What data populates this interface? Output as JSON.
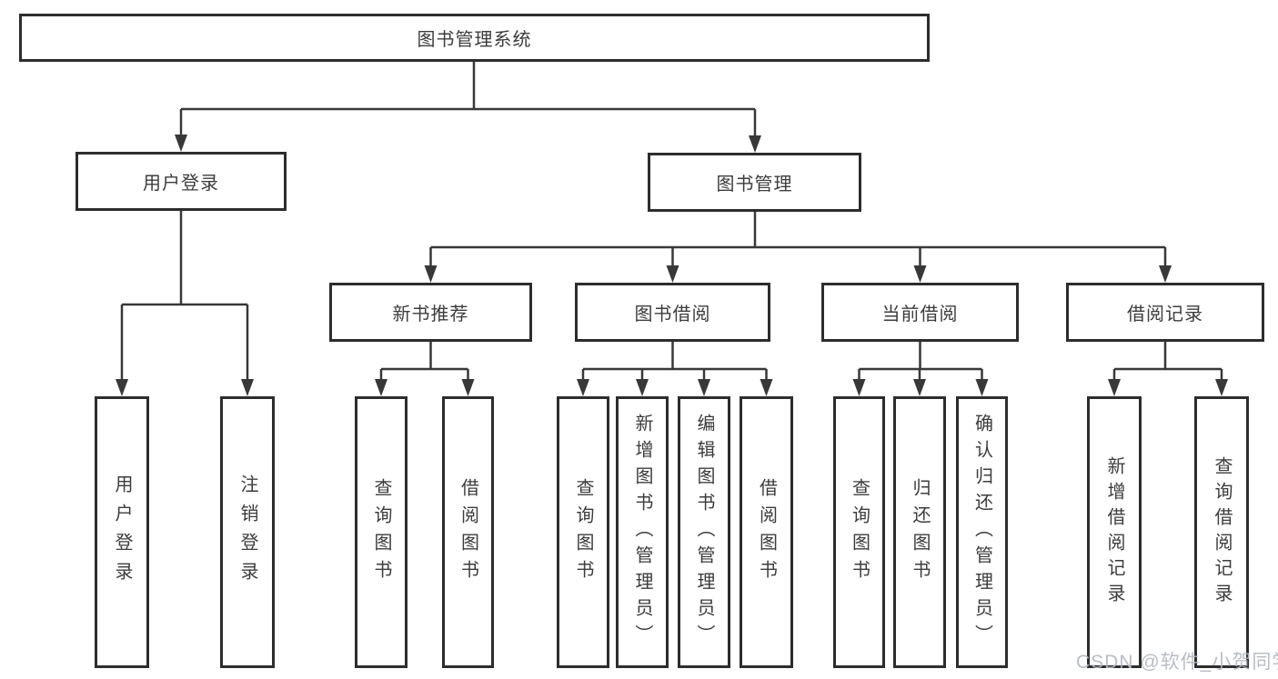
{
  "tree": {
    "label": "图书管理系统",
    "children": [
      {
        "label": "用户登录",
        "children": [
          {
            "label": "用户登录"
          },
          {
            "label": "注销登录"
          }
        ]
      },
      {
        "label": "图书管理",
        "children": [
          {
            "label": "新书推荐",
            "children": [
              {
                "label": "查询图书"
              },
              {
                "label": "借阅图书"
              }
            ]
          },
          {
            "label": "图书借阅",
            "children": [
              {
                "label": "查询图书"
              },
              {
                "label": "新增图书（管理员）"
              },
              {
                "label": "编辑图书（管理员）"
              },
              {
                "label": "借阅图书"
              }
            ]
          },
          {
            "label": "当前借阅",
            "children": [
              {
                "label": "查询图书"
              },
              {
                "label": "归还图书"
              },
              {
                "label": "确认归还（管理员）"
              }
            ]
          },
          {
            "label": "借阅记录",
            "children": [
              {
                "label": "新增借阅记录"
              },
              {
                "label": "查询借阅记录"
              }
            ]
          }
        ]
      }
    ]
  },
  "watermark": {
    "text": "CSDN @软件_小贺同学"
  },
  "colors": {
    "line": "#383838",
    "border": "#2d2d2d",
    "text": "#3c3c3c",
    "watermark": "#b2b7c0"
  }
}
